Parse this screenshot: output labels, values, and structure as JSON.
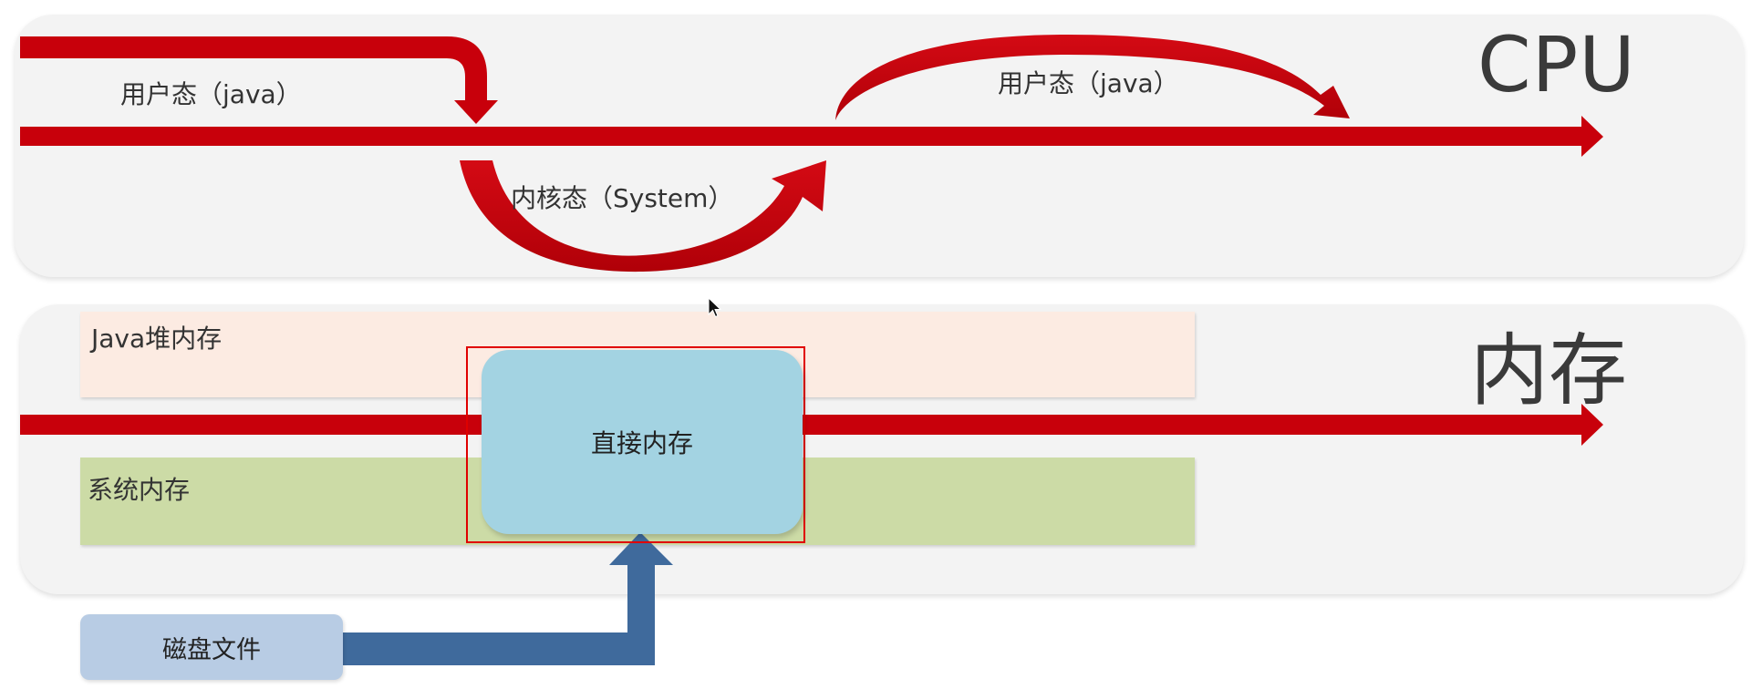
{
  "cpu_panel": {
    "title": "CPU",
    "user_mode_label_1": "用户态（java）",
    "kernel_mode_label": "内核态（System）",
    "user_mode_label_2": "用户态（java）"
  },
  "memory_panel": {
    "title": "内存",
    "java_heap_label": "Java堆内存",
    "system_memory_label": "系统内存",
    "direct_memory_label": "直接内存"
  },
  "disk": {
    "label": "磁盘文件"
  },
  "colors": {
    "arrow_red": "#c8000b",
    "highlight_red": "#e00000",
    "direct_memory_fill": "#a3d3e2",
    "java_heap_fill": "#fcebe2",
    "system_memory_fill": "#ccdba6",
    "disk_fill": "#b8cce4",
    "disk_arrow_blue": "#3f6a9c"
  },
  "icons": {
    "pointer": "mouse-pointer-icon"
  }
}
